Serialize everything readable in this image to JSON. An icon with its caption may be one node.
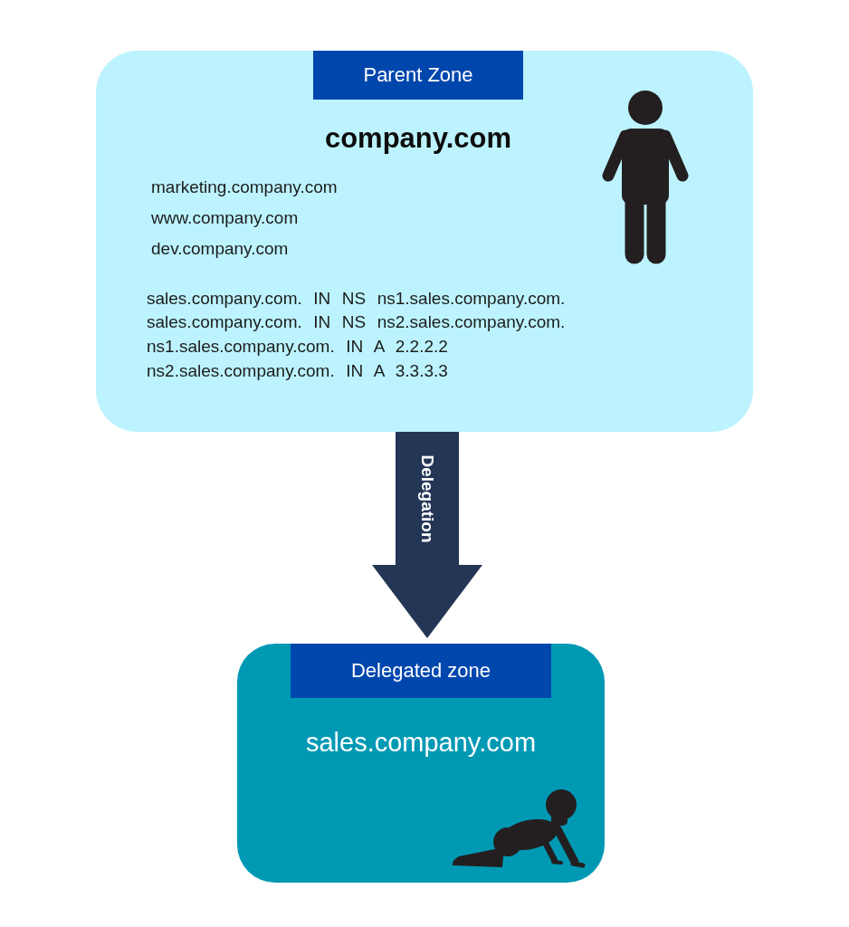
{
  "diagram": {
    "nodes": [
      {
        "text": [
          "company.com",
          "marketing.company.com",
          "www.company.com",
          "dev.company.com",
          "sales.company.com. IN NS ns1.sales.company.com.",
          "sales.company.com. IN NS ns2.sales.company.com.",
          "ns1.sales.company.com. IN A 2.2.2.2",
          "ns2.sales.company.com. IN A 3.3.3.3"
        ]
      },
      {
        "text": [
          "Parent Zone"
        ],
        "in": 0
      },
      {
        "text": [
          "sales.company.com"
        ]
      },
      {
        "text": [
          "Delegated zone"
        ],
        "in": 2
      }
    ],
    "edges": [
      {
        "from": 0,
        "to": 2,
        "arrow": "to",
        "label": "Delegation",
        "style": "thick"
      }
    ]
  }
}
